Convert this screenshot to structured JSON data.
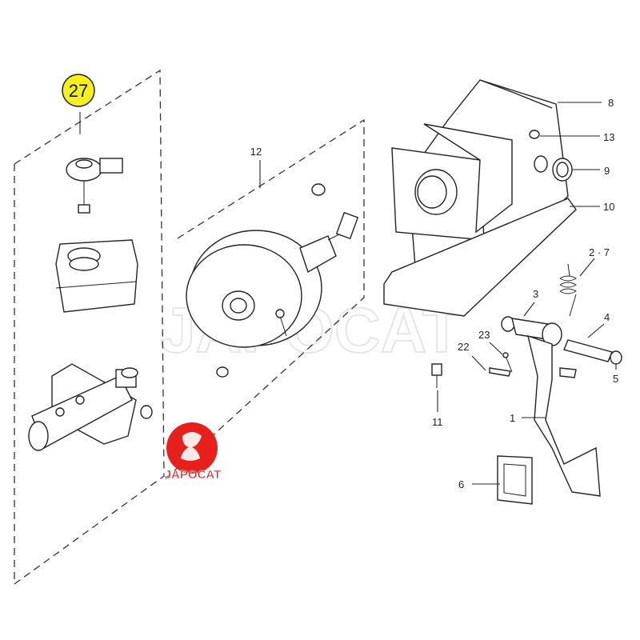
{
  "callout": {
    "number": "27",
    "color": "#f5f01e"
  },
  "labels": {
    "l12": "12",
    "l8": "8",
    "l13": "13",
    "l9": "9",
    "l10": "10",
    "l27b": "2 · 7",
    "l3": "3",
    "l4": "4",
    "l5": "5",
    "l23": "23",
    "l22": "22",
    "l11": "11",
    "l1": "1",
    "l6": "6"
  },
  "logo": {
    "text": "JAPOCAT",
    "color": "#e8201c"
  },
  "watermark": "JAPOCAT"
}
